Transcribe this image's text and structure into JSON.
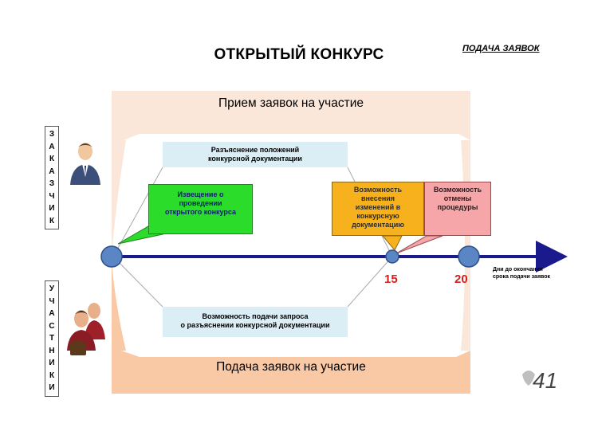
{
  "title": "ОТКРЫТЫЙ КОНКУРС",
  "corner_label": "ПОДАЧА ЗАЯВОК",
  "top_band_label": "Прием заявок на участие",
  "bottom_band_label": "Подача заявок на участие",
  "side_labels": {
    "customer": [
      "З",
      "А",
      "К",
      "А",
      "З",
      "Ч",
      "И",
      "К"
    ],
    "participants": [
      "У",
      "Ч",
      "А",
      "С",
      "Т",
      "Н",
      "И",
      "К",
      "И"
    ]
  },
  "boxes": {
    "clarification": [
      "Разъяснение положений",
      "конкурсной документации"
    ],
    "notice": [
      "Извещение о",
      "проведении",
      "открытого конкурса"
    ],
    "changes": [
      "Возможность",
      "внесения",
      "изменений в",
      "конкурсную",
      "документацию"
    ],
    "cancel": [
      "Возможность",
      "отмены",
      "процедуры"
    ],
    "request": [
      "Возможность подачи запроса",
      "о разъяснении конкурсной документации"
    ]
  },
  "timeline": {
    "tick_15": "15",
    "tick_20": "20",
    "axis_note": [
      "Дни до окончания",
      "срока подачи заявок"
    ]
  },
  "page_number": "41",
  "colors": {
    "axis": "#1a1a8c",
    "node": "#5b86c6",
    "green": "#2bdc2b",
    "orange": "#f7b11c",
    "pink": "#f6a6a9",
    "band_top": "#fbe7d9",
    "band_bottom": "#f9c9a6",
    "tick": "#d62020"
  },
  "icons": [
    "customer-person-icon",
    "participants-group-icon"
  ]
}
